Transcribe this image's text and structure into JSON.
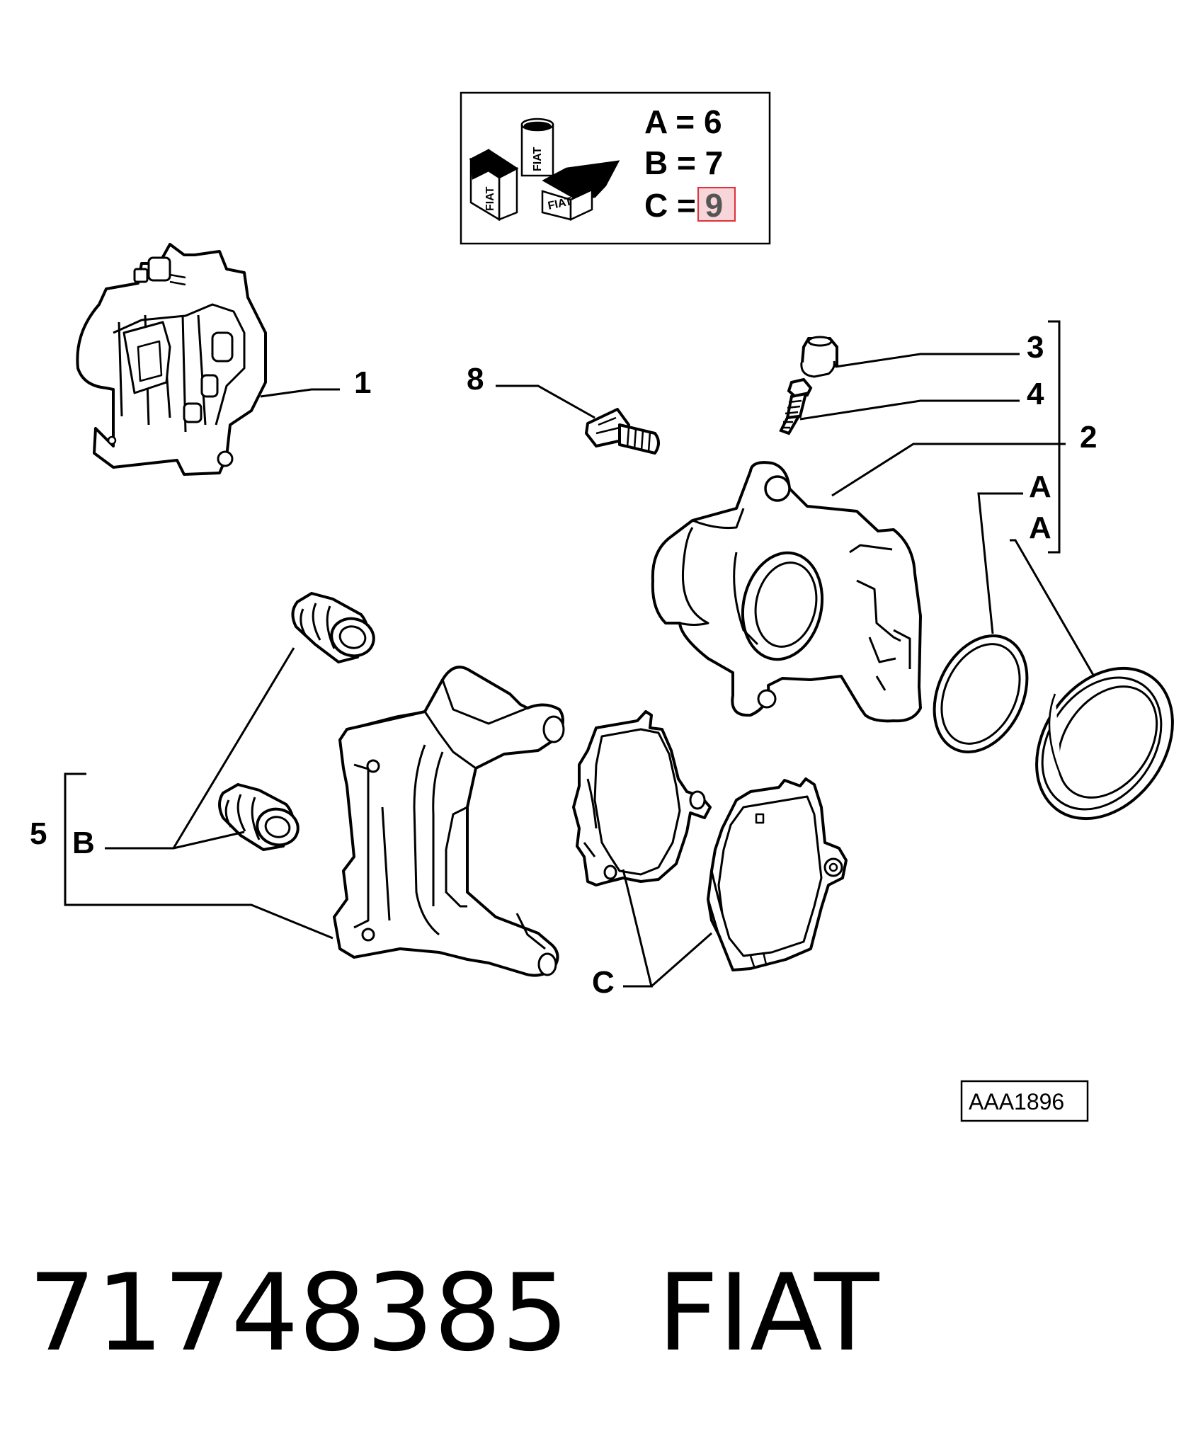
{
  "legend": {
    "rows": [
      {
        "letter": "A",
        "eq": "=",
        "value": "6"
      },
      {
        "letter": "B",
        "eq": "=",
        "value": "7"
      },
      {
        "letter": "C",
        "eq": "=",
        "value": "9"
      }
    ],
    "highlight_row": 2,
    "highlight_color": "#f7d5d8",
    "highlight_border": "#e0303a",
    "box_logo_text": "FIAT"
  },
  "callouts": {
    "c1": "1",
    "c2": "2",
    "c3": "3",
    "c4": "4",
    "c5": "5",
    "c8": "8",
    "a_upper": "A",
    "a_lower": "A",
    "b": "B",
    "c": "C"
  },
  "ref_code": "AAA1896",
  "caption": {
    "part_number": "71748385",
    "brand": "FIAT"
  }
}
